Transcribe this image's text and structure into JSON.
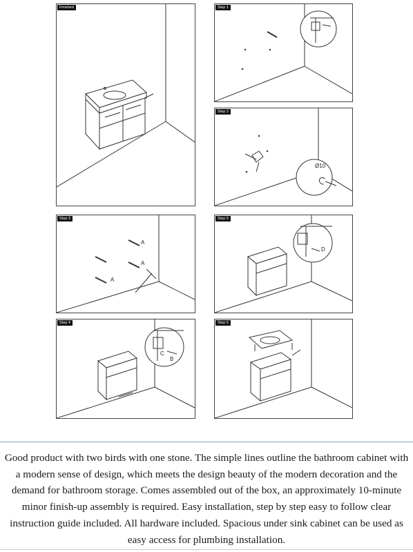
{
  "panels": {
    "finished": {
      "tag": "Finished"
    },
    "step1": {
      "tag": "Step 1"
    },
    "step2": {
      "tag": "Step 2",
      "diameter_label": "Ø10"
    },
    "step3": {
      "tag": "Step 3",
      "anchor_label": "A"
    },
    "step4": {
      "tag": "Step 4",
      "label_c": "C",
      "label_b": "B"
    },
    "step5": {
      "tag": "Step 5",
      "label_d": "D"
    },
    "step6": {
      "tag": "Step 6"
    }
  },
  "description": "Good product with two birds with one stone. The simple lines outline the bathroom cabinet with a modern sense of design, which meets the design beauty of the modern decoration and the demand for bathroom storage. Comes assembled out of the box, an approximately 10-minute minor finish-up assembly is required. Easy installation, step by step easy to follow clear instruction guide included. All hardware included. Spacious under sink cabinet can be used as easy access for plumbing installation."
}
